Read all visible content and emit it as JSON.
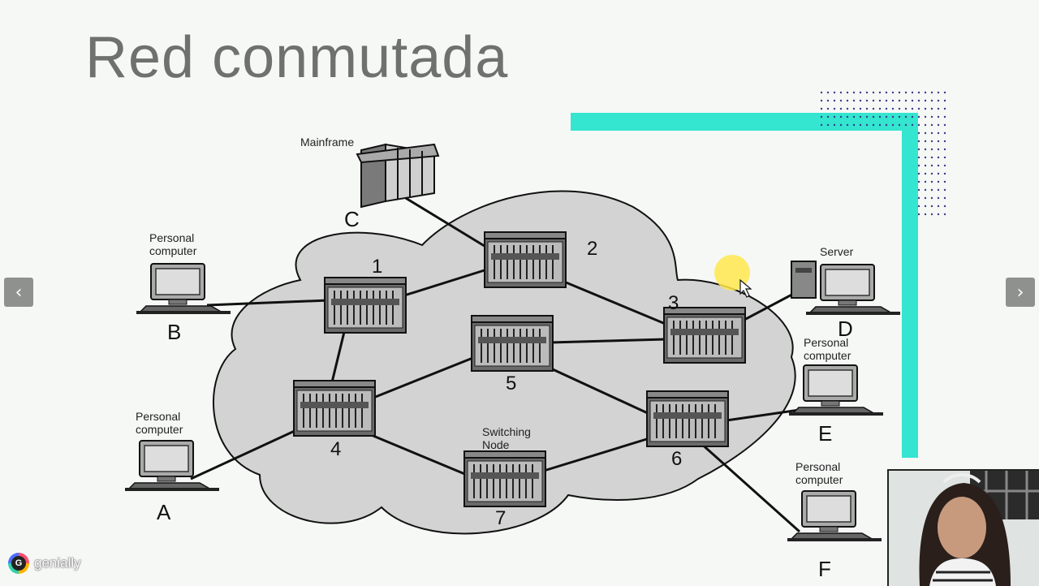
{
  "slide": {
    "title": "Red conmutada"
  },
  "diagram": {
    "nodes": [
      {
        "id": "1",
        "label": "1"
      },
      {
        "id": "2",
        "label": "2"
      },
      {
        "id": "3",
        "label": "3"
      },
      {
        "id": "4",
        "label": "4"
      },
      {
        "id": "5",
        "label": "5"
      },
      {
        "id": "6",
        "label": "6"
      },
      {
        "id": "7",
        "label": "7"
      }
    ],
    "switching_node_label": "Switching Node",
    "devices": {
      "A": {
        "letter": "A",
        "label": "Personal computer"
      },
      "B": {
        "letter": "B",
        "label": "Personal computer"
      },
      "C": {
        "letter": "C",
        "label": "Mainframe"
      },
      "D": {
        "letter": "D",
        "label": "Server"
      },
      "E": {
        "letter": "E",
        "label": "Personal computer"
      },
      "F": {
        "letter": "F",
        "label": "Personal computer"
      }
    }
  },
  "navigation": {
    "prev_icon": "chevron-left-icon",
    "next_icon": "chevron-right-icon",
    "prev_glyph": "‹",
    "next_glyph": "›"
  },
  "branding": {
    "name": "genially",
    "logo_letter": "G"
  },
  "colors": {
    "accent": "#34e5cf",
    "cloud": "#d3d3d3",
    "title": "#6e716c",
    "nav": "#8f918e",
    "highlight": "#ffe84d"
  }
}
